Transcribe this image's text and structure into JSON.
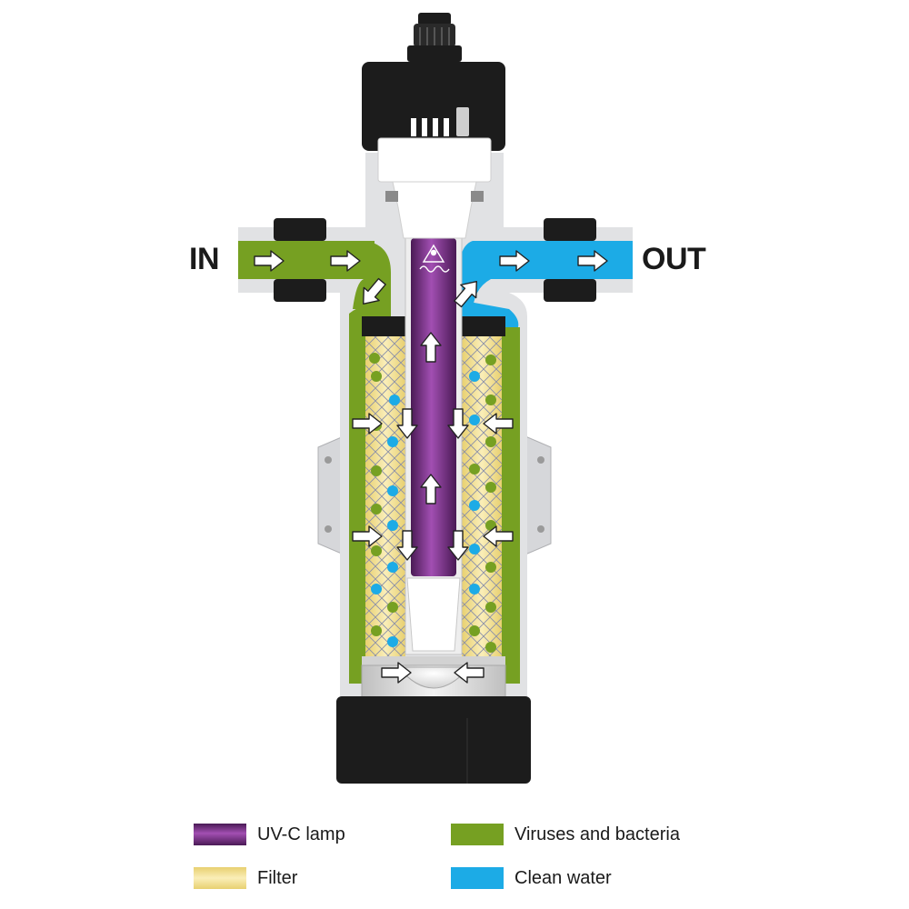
{
  "flow": {
    "in_label": "IN",
    "out_label": "OUT"
  },
  "legend": [
    {
      "label": "UV-C lamp",
      "color": "#6a2a78"
    },
    {
      "label": "Viruses and bacteria",
      "color": "#76a022"
    },
    {
      "label": "Filter",
      "color": "#f0dc8a"
    },
    {
      "label": "Clean water",
      "color": "#1cabe6"
    }
  ],
  "colors": {
    "housing": "#e1e2e4",
    "cap": "#1c1c1c",
    "lamp": "#6a2a78",
    "dirty_water": "#76a022",
    "filter": "#f0dc8a",
    "clean_water": "#1cabe6",
    "arrow": "#ffffff"
  },
  "icons": [
    "flow-arrow-icon",
    "uv-symbol-icon",
    "cable-gland-icon"
  ]
}
